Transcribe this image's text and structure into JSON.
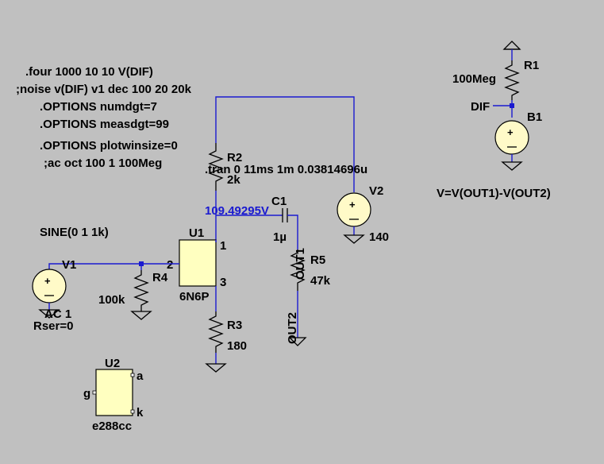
{
  "directives": {
    "four": ".four 1000 10 10 V(DIF)",
    "noise": ";noise v(DIF) v1 dec 100 20 20k",
    "opt_numdgt": ".OPTIONS numdgt=7",
    "opt_measdgt": ".OPTIONS measdgt=99",
    "opt_plotwinsize": ".OPTIONS plotwinsize=0",
    "ac": ";ac oct 100 1 100Meg",
    "tran": ".tran 0 11ms 1m 0.03814696u"
  },
  "components": {
    "r1": {
      "name": "R1",
      "value": "100Meg"
    },
    "b1": {
      "name": "B1",
      "expr": "V=V(OUT1)-V(OUT2)"
    },
    "dif_label": "DIF",
    "r2": {
      "name": "R2",
      "value": "2k"
    },
    "r3": {
      "name": "R3",
      "value": "180"
    },
    "r4": {
      "name": "R4",
      "value": "100k"
    },
    "r5": {
      "name": "R5",
      "value": "47k"
    },
    "c1": {
      "name": "C1",
      "value": "1µ"
    },
    "v1": {
      "name": "V1",
      "sine": "SINE(0 1 1k)",
      "ac": "AC 1",
      "rser": "Rser=0"
    },
    "v2": {
      "name": "V2",
      "value": "140"
    },
    "u1": {
      "name": "U1",
      "model": "6N6P",
      "pin1": "1",
      "pin2": "2",
      "pin3": "3"
    },
    "u2": {
      "name": "U2",
      "model": "e288cc",
      "pin_a": "a",
      "pin_g": "g",
      "pin_k": "k"
    }
  },
  "nets": {
    "out1": "OUT1",
    "out2": "OUT2"
  },
  "node_voltage": "109.49295V",
  "colors": {
    "background": "#c0c0c0",
    "wire": "#1a1ad0",
    "component_fill": "#ffffc0"
  }
}
